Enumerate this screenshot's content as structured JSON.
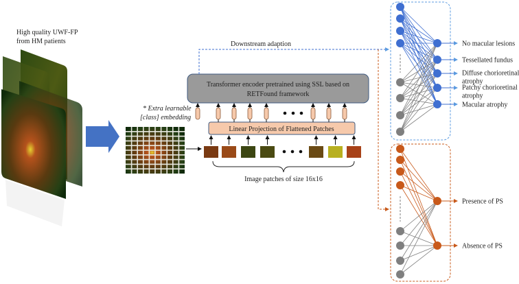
{
  "input_caption": [
    "High quality UWF-FP",
    "from HM patients"
  ],
  "downstream_label": "Downstream adaption",
  "encoder_label": [
    "Transformer encoder pretrained using SSL based on",
    "RETFound framework"
  ],
  "class_embedding_label": [
    "* Extra learnable",
    "[class] embedding"
  ],
  "projection_label": "Linear Projection of Flattened Patches",
  "patches_label": "Image patches of size 16x16",
  "macular_outputs": [
    [
      "No macular lesions"
    ],
    [
      "Tessellated fundus"
    ],
    [
      "Diffuse chorioretinal",
      "atrophy"
    ],
    [
      "Patchy chorioretinal",
      "atrophy"
    ],
    [
      "Macular atrophy"
    ]
  ],
  "ps_outputs": [
    [
      "Presence of PS"
    ],
    [
      "Absence of PS"
    ]
  ],
  "colors": {
    "blue": "#3f6fd1",
    "blue_box": "#5b9be0",
    "orange": "#c8591a",
    "gray_node": "#7f7f7f",
    "encoder_fill": "#9a9a9a",
    "projection_fill": "#f6c9ab"
  }
}
